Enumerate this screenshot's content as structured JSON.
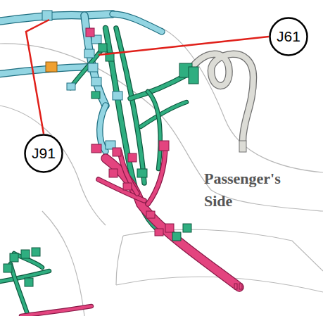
{
  "diagram": {
    "nodes": [
      {
        "text": [
          "J61"
        ]
      },
      {
        "text": [
          "J91"
        ]
      }
    ],
    "labels": [
      "Passenger's Side"
    ]
  }
}
